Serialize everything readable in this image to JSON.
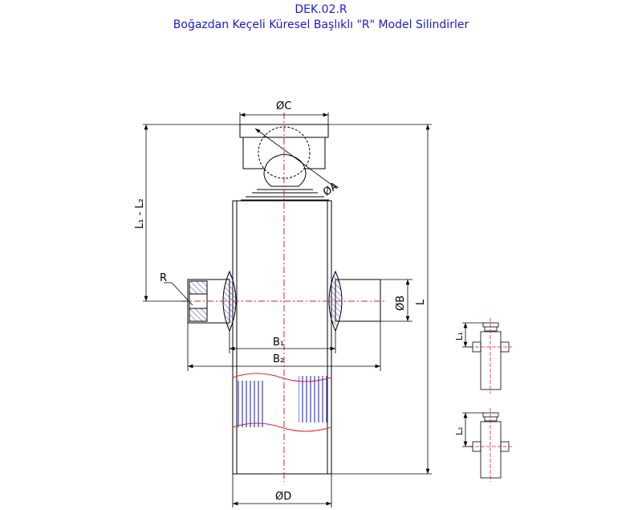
{
  "header": {
    "code": "DEK.02.R",
    "subtitle": "Boğazdan Keçeli Küresel Başlıklı \"R\" Model Silindirler"
  },
  "dims": {
    "c": "ØC",
    "a": "ØA",
    "l1l2": "L₁ - L₂",
    "r": "R",
    "b": "ØB",
    "l": "L",
    "b1": "B₁",
    "b2": "B₂",
    "d": "ØD",
    "l1": "L₁",
    "l2": "L₂"
  },
  "colors": {
    "line": "#000000",
    "center": "#e0202a",
    "text": "#1a1ad6",
    "hatch": "#3a3acc"
  }
}
